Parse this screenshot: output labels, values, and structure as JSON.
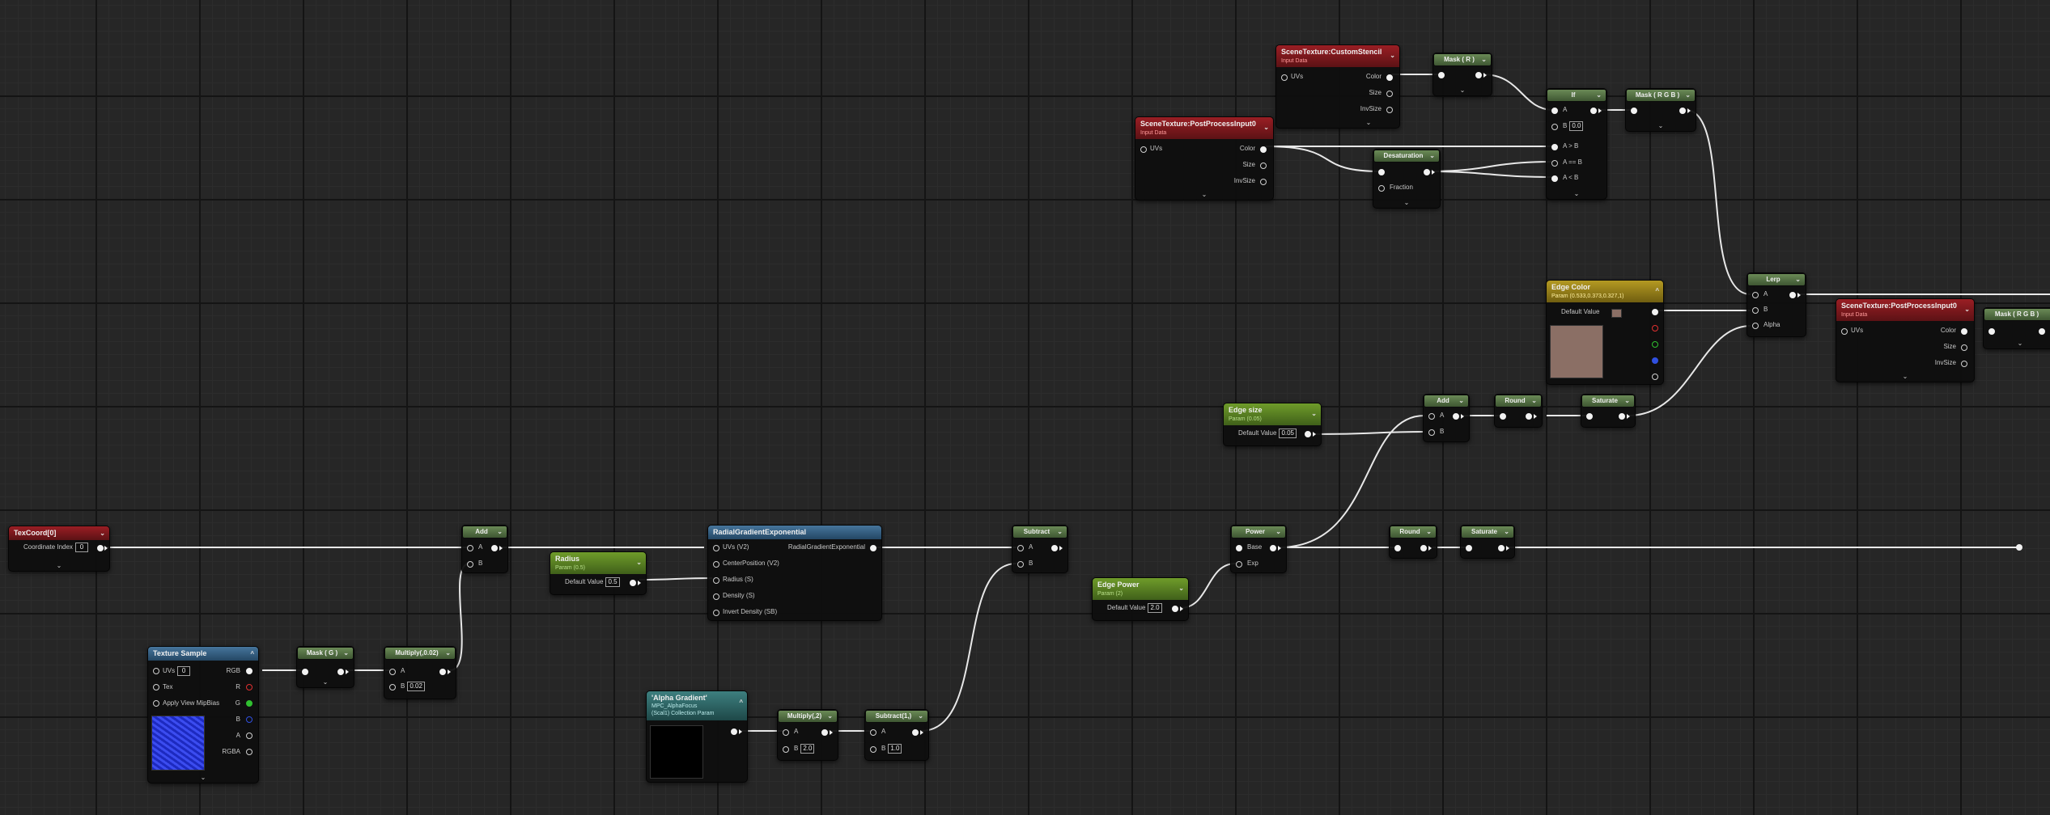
{
  "nodes": {
    "texcoord": {
      "title": "TexCoord[0]",
      "coord_label": "Coordinate Index",
      "coord_value": "0"
    },
    "texture_sample": {
      "title": "Texture Sample",
      "uvs": "UVs",
      "uvs_value": "0",
      "tex": "Tex",
      "mip": "Apply View MipBias",
      "out_rgb": "RGB",
      "out_r": "R",
      "out_g": "G",
      "out_b": "B",
      "out_a": "A",
      "out_rgba": "RGBA"
    },
    "mask_g": {
      "title": "Mask ( G )"
    },
    "multiply_002": {
      "title": "Multiply(,0.02)",
      "a": "A",
      "b": "B",
      "b_value": "0.02"
    },
    "add1": {
      "title": "Add",
      "a": "A",
      "b": "B"
    },
    "radius": {
      "title": "Radius",
      "subtitle": "Param (0.5)",
      "default_label": "Default Value",
      "default_value": "0.5"
    },
    "radial": {
      "title": "RadialGradientExponential",
      "in1": "UVs (V2)",
      "in2": "CenterPosition (V2)",
      "in3": "Radius (S)",
      "in4": "Density (S)",
      "in5": "Invert Density (SB)",
      "out": "RadialGradientExponential"
    },
    "alpha_gradient": {
      "title": "'Alpha Gradient'",
      "sub1": "MPC_AlphaFocus",
      "sub2": "(Scal1) Collection Param"
    },
    "multiply2": {
      "title": "Multiply(,2)",
      "a": "A",
      "b": "B",
      "b_value": "2.0"
    },
    "subtract1a": {
      "title": "Subtract(1,)",
      "a": "A",
      "b": "B",
      "b_value": "1.0"
    },
    "subtract": {
      "title": "Subtract",
      "a": "A",
      "b": "B"
    },
    "edge_power": {
      "title": "Edge Power",
      "subtitle": "Param (2)",
      "default_label": "Default Value",
      "default_value": "2.0"
    },
    "power": {
      "title": "Power",
      "base": "Base",
      "exp": "Exp"
    },
    "round1": {
      "title": "Round"
    },
    "saturate1": {
      "title": "Saturate"
    },
    "edge_size": {
      "title": "Edge size",
      "subtitle": "Param (0.05)",
      "default_label": "Default Value",
      "default_value": "0.05"
    },
    "add2": {
      "title": "Add",
      "a": "A",
      "b": "B"
    },
    "round2": {
      "title": "Round"
    },
    "saturate2": {
      "title": "Saturate"
    },
    "edge_color": {
      "title": "Edge Color",
      "subtitle": "Param (0.533,0.373,0.327,1)",
      "default_label": "Default Value"
    },
    "lerp": {
      "title": "Lerp",
      "a": "A",
      "b": "B",
      "alpha": "Alpha"
    },
    "pp_input_right": {
      "title": "SceneTexture:PostProcessInput0",
      "subtitle": "Input Data",
      "uvs": "UVs",
      "color": "Color",
      "size": "Size",
      "invsize": "InvSize"
    },
    "mask_rgb_right": {
      "title": "Mask ( R G B )"
    },
    "pp_input": {
      "title": "SceneTexture:PostProcessInput0",
      "subtitle": "Input Data",
      "uvs": "UVs",
      "color": "Color",
      "size": "Size",
      "invsize": "InvSize"
    },
    "custom_stencil": {
      "title": "SceneTexture:CustomStencil",
      "subtitle": "Input Data",
      "uvs": "UVs",
      "color": "Color",
      "size": "Size",
      "invsize": "InvSize"
    },
    "mask_r": {
      "title": "Mask ( R )"
    },
    "desaturation": {
      "title": "Desaturation",
      "fraction": "Fraction"
    },
    "if": {
      "title": "If",
      "a": "A",
      "b": "B",
      "b_value": "0.0",
      "gt": "A > B",
      "eq": "A == B",
      "lt": "A < B"
    },
    "mask_rgb": {
      "title": "Mask ( R G B )"
    }
  },
  "colors": {
    "edge_color_swatch": "#8b6f65",
    "texture_preview": "#2a3ad8",
    "alpha_preview": "#000000"
  }
}
